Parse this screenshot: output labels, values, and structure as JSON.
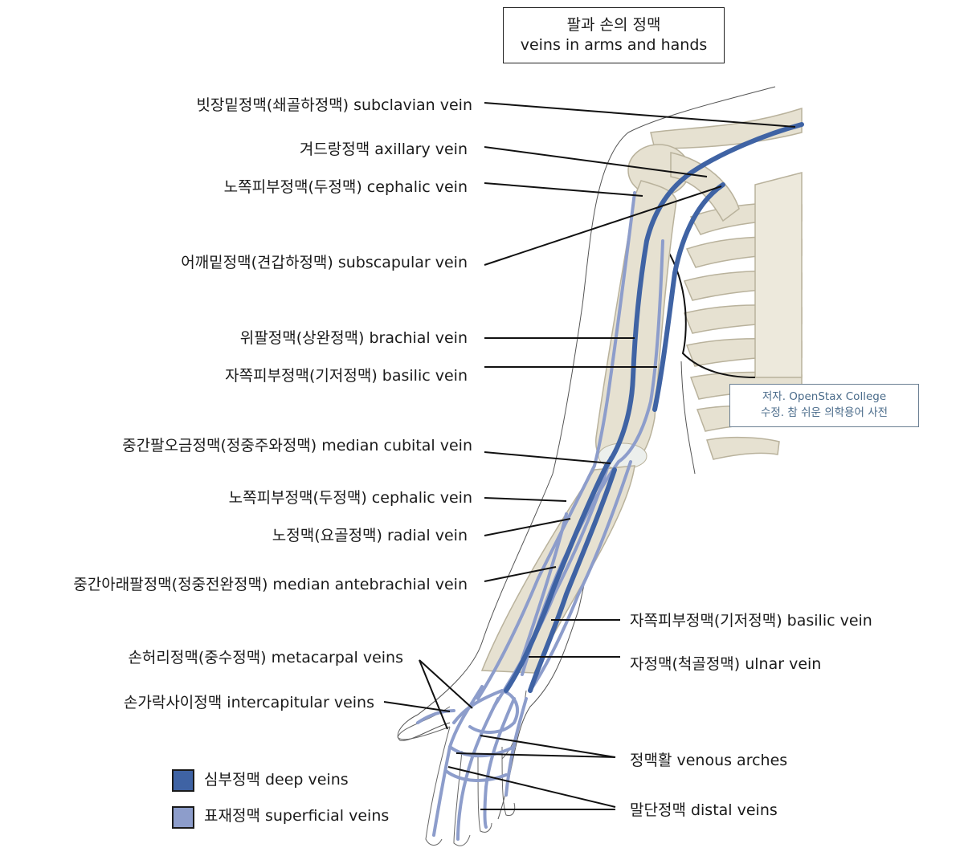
{
  "title": {
    "korean": "팔과 손의 정맥",
    "english": "veins in arms and hands"
  },
  "labels": {
    "subclavian": "빗장밑정맥(쇄골하정맥) subclavian vein",
    "axillary": "겨드랑정맥 axillary vein",
    "cephalic_upper": "노쪽피부정맥(두정맥) cephalic vein",
    "subscapular": "어깨밑정맥(견갑하정맥) subscapular vein",
    "brachial": "위팔정맥(상완정맥) brachial vein",
    "basilic_upper": "자쪽피부정맥(기저정맥) basilic vein",
    "median_cubital": "중간팔오금정맥(정중주와정맥) median cubital vein",
    "cephalic_lower": "노쪽피부정맥(두정맥) cephalic vein",
    "radial": "노정맥(요골정맥) radial vein",
    "median_antebrachial": "중간아래팔정맥(정중전완정맥) median antebrachial vein",
    "basilic_lower": "자쪽피부정맥(기저정맥) basilic vein",
    "ulnar": "자정맥(척골정맥) ulnar vein",
    "metacarpal": "손허리정맥(중수정맥) metacarpal veins",
    "intercapitular": "손가락사이정맥 intercapitular veins",
    "venous_arches": "정맥활 venous arches",
    "distal": "말단정맥 distal veins"
  },
  "credit": {
    "line1": "저자. OpenStax College",
    "line2": "수정. 참 쉬운 의학용어 사전"
  },
  "legend": [
    {
      "label": "심부정맥 deep veins",
      "color": "#3f63a4"
    },
    {
      "label": "표재정맥 superficial veins",
      "color": "#8d9dcb"
    }
  ],
  "colors": {
    "deep": "#3f63a4",
    "superficial": "#8d9dcb",
    "bone": "#e6e1d1",
    "bone_edge": "#b9b29c",
    "leader": "#111111"
  }
}
